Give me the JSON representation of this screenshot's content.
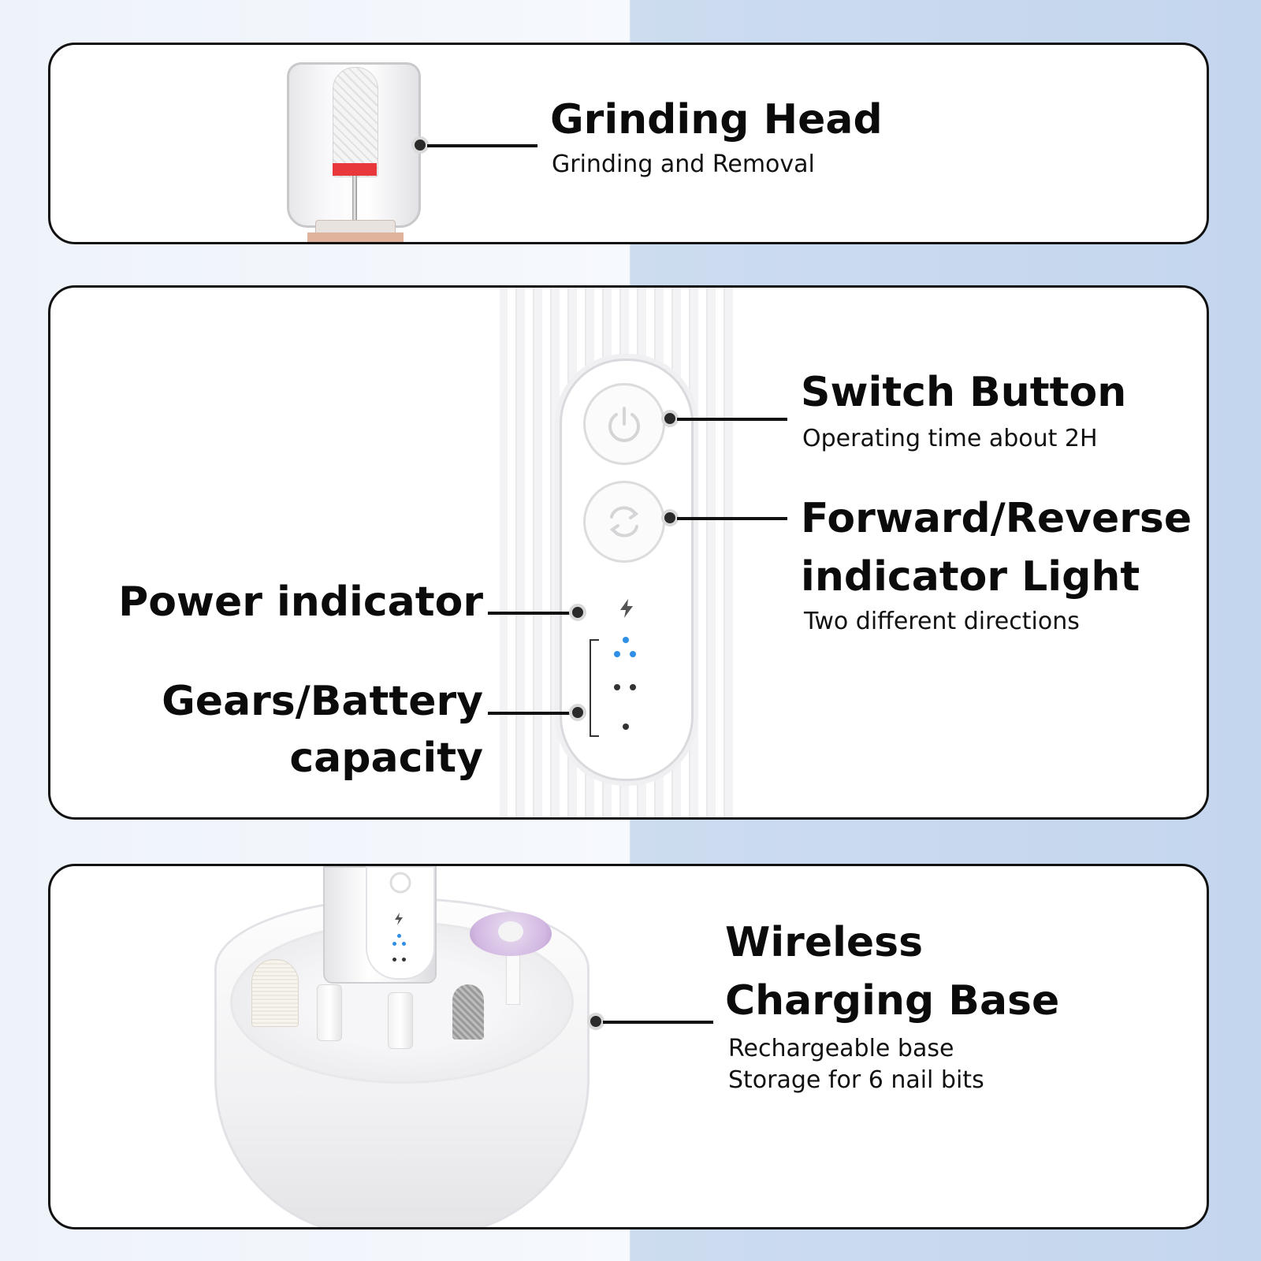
{
  "grinding_head": {
    "title": "Grinding Head",
    "subtitle": "Grinding and Removal"
  },
  "controls": {
    "switch_button": {
      "title": "Switch Button",
      "subtitle": "Operating time about 2H"
    },
    "forward_reverse": {
      "title_line1": "Forward/Reverse",
      "title_line2": "indicator Light",
      "subtitle": "Two different directions"
    },
    "power_indicator": {
      "title": "Power indicator"
    },
    "gears_battery": {
      "title_line1": "Gears/Battery",
      "title_line2": "capacity"
    }
  },
  "charging_base": {
    "title_line1": "Wireless",
    "title_line2": "Charging Base",
    "subtitle_line1": "Rechargeable base",
    "subtitle_line2": "Storage for 6 nail bits"
  },
  "colors": {
    "accent_blue_led": "#2f8ee6",
    "bit_band_red": "#e8383c",
    "disc_lilac": "#d2b8e2",
    "text_black": "#0b0b0b"
  }
}
